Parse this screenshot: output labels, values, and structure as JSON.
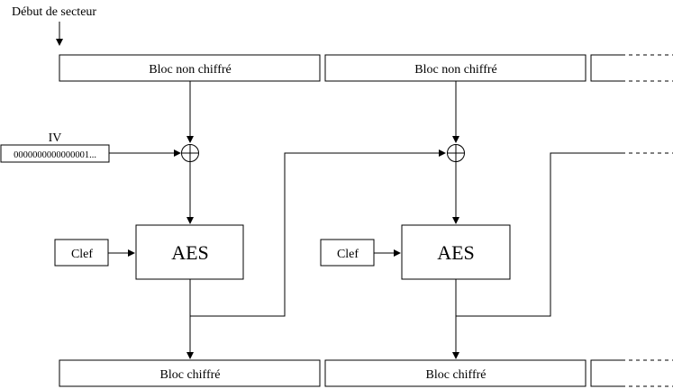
{
  "sector_start_label": "Début de secteur",
  "iv": {
    "label": "IV",
    "value": "0000000000000001..."
  },
  "blocks": [
    {
      "plaintext": "Bloc non chiffré",
      "key": "Clef",
      "cipher": "AES",
      "ciphertext": "Bloc chiffré"
    },
    {
      "plaintext": "Bloc non chiffré",
      "key": "Clef",
      "cipher": "AES",
      "ciphertext": "Bloc chiffré"
    }
  ]
}
